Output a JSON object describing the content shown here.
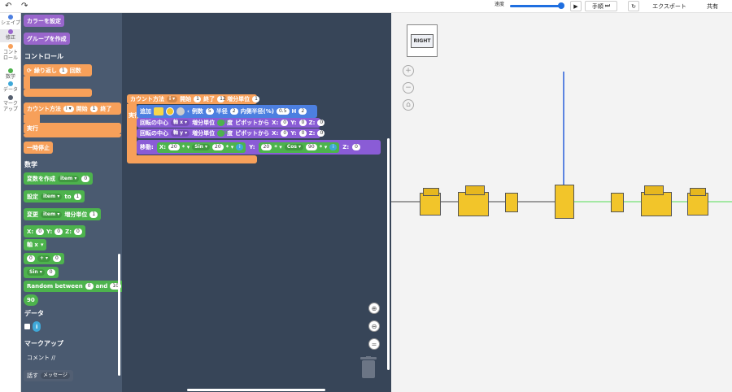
{
  "topbar": {
    "speed_label": "速度",
    "step_label": "手順",
    "export_label": "エクスポート",
    "share_label": "共有"
  },
  "categories": [
    {
      "label": "シェイプ",
      "color": "#4c7fe0"
    },
    {
      "label": "修正",
      "color": "#9966cc"
    },
    {
      "label": "コントロール",
      "color": "#f7a05a"
    },
    {
      "label": "数学",
      "color": "#4db34d"
    },
    {
      "label": "データ",
      "color": "#3fa8d8"
    },
    {
      "label": "マークアップ",
      "color": "#555e6e"
    }
  ],
  "flyout": {
    "set_color": "カラーを設定",
    "create_group": "グループを作成",
    "control_heading": "コントロール",
    "repeat_label": "繰り返し",
    "repeat_count": "1",
    "repeat_unit": "回数",
    "count_label": "カウント方法",
    "count_var": "i",
    "start_label": "開始",
    "start_val": "1",
    "end_label": "終了",
    "run_label": "実行",
    "pause_label": "一時停止",
    "math_heading": "数学",
    "make_var": "変数を作成",
    "item": "item",
    "make_val": "0",
    "set_label": "設定",
    "to_label": "to",
    "set_val": "1",
    "change_label": "変更",
    "inc_label": "増分単位",
    "inc_val": "1",
    "x": "X:",
    "y": "Y:",
    "z": "Z:",
    "zero": "0",
    "axis_x": "軸 x",
    "plus": "+",
    "sin": "Sin",
    "random_between": "Random between",
    "and": "and",
    "rand_max": "10",
    "ninety": "90",
    "data_heading": "データ",
    "data_var": "i",
    "markup_heading": "マークアップ",
    "comment": "コメント //",
    "say": "話す",
    "message": "メッセージ"
  },
  "script": {
    "count_label": "カウント方法",
    "var": "i",
    "start_label": "開始",
    "start": "1",
    "end_label": "終了",
    "end": "12",
    "inc_label": "増分単位",
    "inc": "1",
    "run": "実行",
    "add": "追加",
    "ex_label": "例数",
    "ex_val": "5",
    "radius_label": "半径",
    "radius": "2",
    "inner_label": "内側半径(%)",
    "inner": "0.5",
    "h_label": "H",
    "h": "2",
    "rotate_label": "回転の中心",
    "axis_x": "軸 x",
    "axis_y": "軸 y",
    "angle_label": "増分単位",
    "deg": "度",
    "pivot": "ピボットから",
    "x": "X:",
    "y": "Y:",
    "z": "Z:",
    "zero": "0",
    "move": "移動:",
    "twenty": "20",
    "times": "* ▾",
    "sin": "Sin ▾",
    "cos": "Cos ▾",
    "ninety": "90",
    "i": "i"
  },
  "viewer": {
    "view_cube": "RIGHT"
  }
}
